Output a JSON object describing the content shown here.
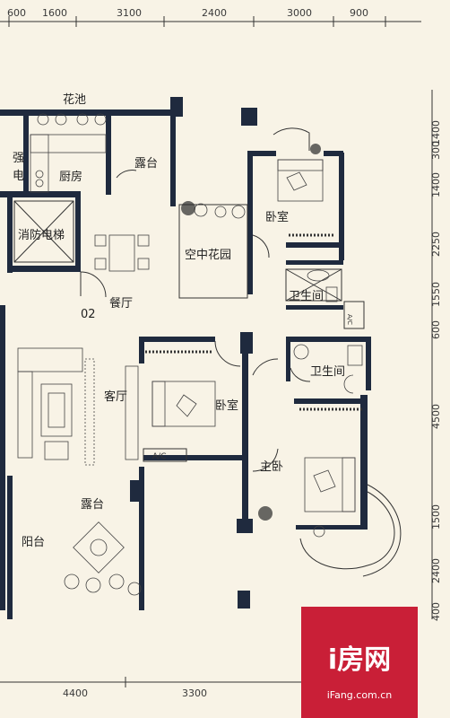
{
  "top_dimensions": [
    "600",
    "1600",
    "3100",
    "2400",
    "3000",
    "900"
  ],
  "right_dimensions": [
    "1400",
    "300",
    "1400",
    "2250",
    "1550",
    "600",
    "4500",
    "1500",
    "2400",
    "400"
  ],
  "bottom_dimensions": [
    "4400",
    "3300"
  ],
  "rooms": {
    "flower_bed": "花池",
    "strong_electric": "强电",
    "kitchen": "厨房",
    "terrace_top": "露台",
    "fire_elevator": "消防电梯",
    "dining": "餐厅",
    "sky_garden": "空中花园",
    "bedroom_top": "卧室",
    "bathroom_a": "卫生间",
    "bathroom_b": "卫生间",
    "unit_no": "02",
    "living": "客厅",
    "bedroom_mid": "卧室",
    "master_bedroom": "主卧",
    "terrace_bottom": "露台",
    "balcony": "阳台"
  },
  "ac_labels": [
    "A/C",
    "A/C"
  ],
  "watermark": {
    "logo": "i房网",
    "site": "iFang.com.cn"
  },
  "colors": {
    "background": "#f8f3e6",
    "wall": "#1f2a3e",
    "watermark": "#c91f37"
  }
}
